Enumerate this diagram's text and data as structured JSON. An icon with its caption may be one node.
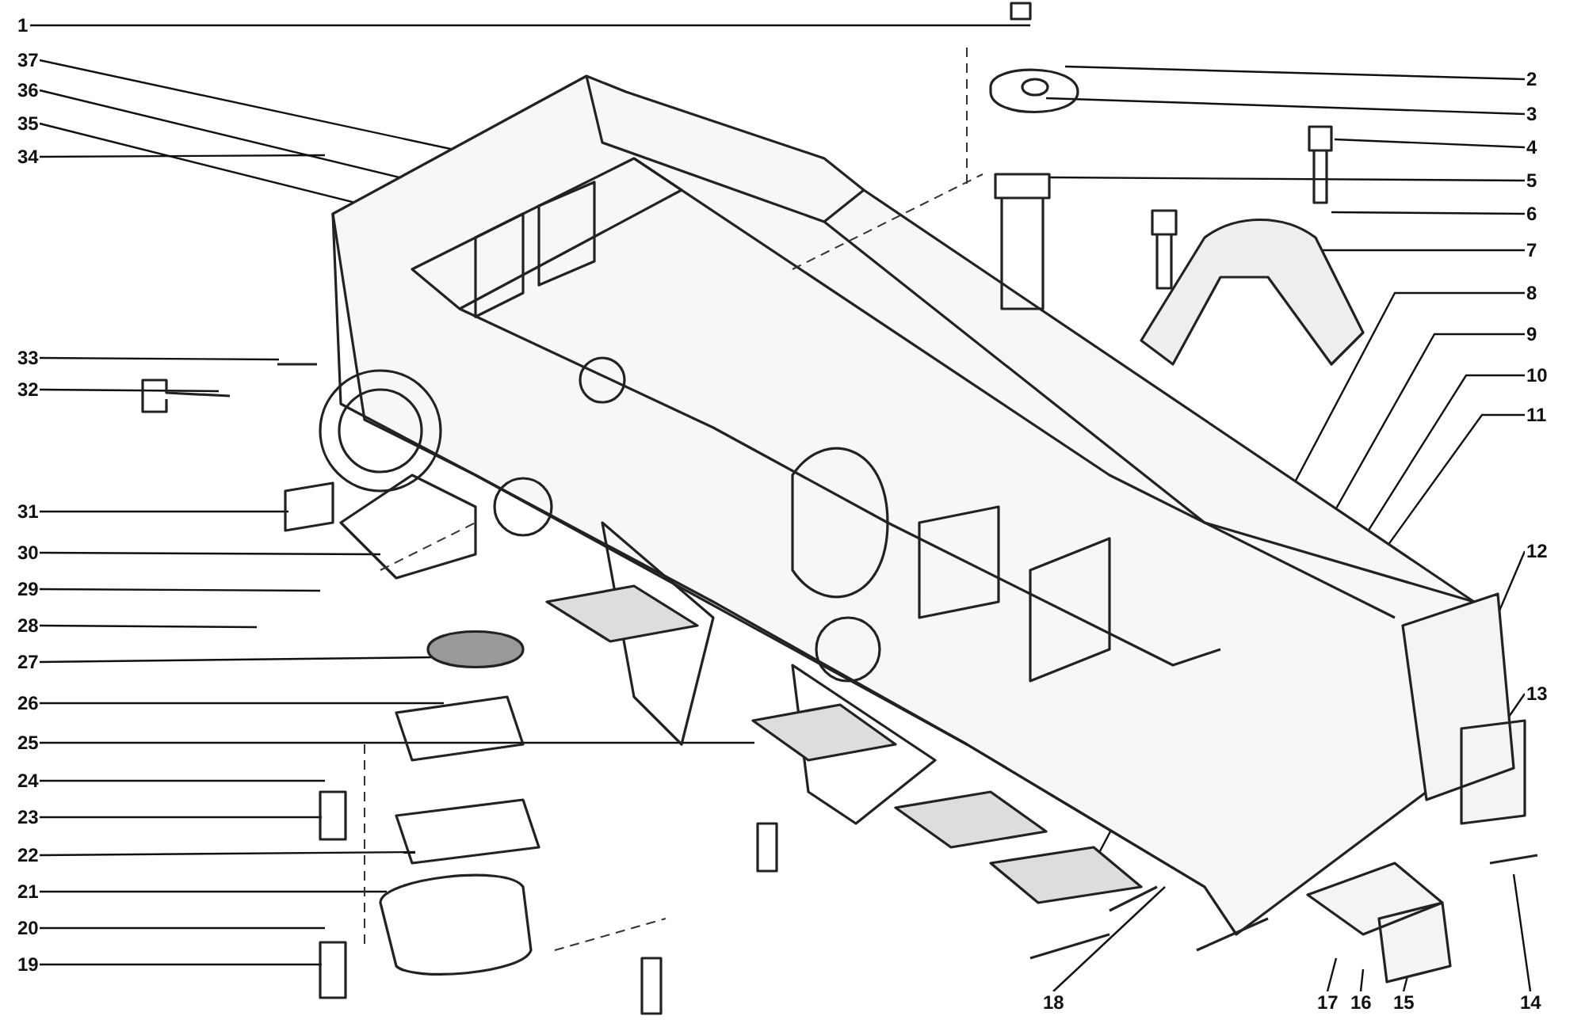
{
  "diagram": {
    "nodes": [
      {
        "text": [
          "1"
        ]
      },
      {
        "text": [
          "2"
        ]
      },
      {
        "text": [
          "3"
        ]
      },
      {
        "text": [
          "4"
        ]
      },
      {
        "text": [
          "5"
        ]
      },
      {
        "text": [
          "6"
        ]
      },
      {
        "text": [
          "7"
        ]
      },
      {
        "text": [
          "8"
        ]
      },
      {
        "text": [
          "9"
        ]
      },
      {
        "text": [
          "10"
        ]
      },
      {
        "text": [
          "11"
        ]
      },
      {
        "text": [
          "12"
        ]
      },
      {
        "text": [
          "13"
        ]
      },
      {
        "text": [
          "14"
        ]
      },
      {
        "text": [
          "15"
        ]
      },
      {
        "text": [
          "16"
        ]
      },
      {
        "text": [
          "17"
        ]
      },
      {
        "text": [
          "18"
        ]
      },
      {
        "text": [
          "19"
        ]
      },
      {
        "text": [
          "20"
        ]
      },
      {
        "text": [
          "21"
        ]
      },
      {
        "text": [
          "22"
        ]
      },
      {
        "text": [
          "23"
        ]
      },
      {
        "text": [
          "24"
        ]
      },
      {
        "text": [
          "25"
        ]
      },
      {
        "text": [
          "26"
        ]
      },
      {
        "text": [
          "27"
        ]
      },
      {
        "text": [
          "28"
        ]
      },
      {
        "text": [
          "29"
        ]
      },
      {
        "text": [
          "30"
        ]
      },
      {
        "text": [
          "31"
        ]
      },
      {
        "text": [
          "32"
        ]
      },
      {
        "text": [
          "33"
        ]
      },
      {
        "text": [
          "34"
        ]
      },
      {
        "text": [
          "35"
        ]
      },
      {
        "text": [
          "36"
        ]
      },
      {
        "text": [
          "37"
        ]
      }
    ],
    "edges": [
      {
        "from": 0,
        "to": null,
        "arrow": "none"
      },
      {
        "from": 1,
        "to": null,
        "arrow": "none"
      },
      {
        "from": 2,
        "to": null,
        "arrow": "none"
      },
      {
        "from": 3,
        "to": null,
        "arrow": "none"
      },
      {
        "from": 4,
        "to": null,
        "arrow": "none"
      },
      {
        "from": 5,
        "to": null,
        "arrow": "none"
      },
      {
        "from": 6,
        "to": null,
        "arrow": "none"
      },
      {
        "from": 7,
        "to": null,
        "arrow": "none"
      },
      {
        "from": 8,
        "to": null,
        "arrow": "none"
      },
      {
        "from": 9,
        "to": null,
        "arrow": "none"
      },
      {
        "from": 10,
        "to": null,
        "arrow": "none"
      },
      {
        "from": 11,
        "to": null,
        "arrow": "none"
      },
      {
        "from": 12,
        "to": null,
        "arrow": "none"
      },
      {
        "from": 13,
        "to": null,
        "arrow": "none"
      },
      {
        "from": 14,
        "to": null,
        "arrow": "none"
      },
      {
        "from": 15,
        "to": null,
        "arrow": "none"
      },
      {
        "from": 16,
        "to": null,
        "arrow": "none"
      },
      {
        "from": 17,
        "to": null,
        "arrow": "none"
      },
      {
        "from": 18,
        "to": null,
        "arrow": "none"
      },
      {
        "from": 19,
        "to": null,
        "arrow": "none"
      },
      {
        "from": 20,
        "to": null,
        "arrow": "none"
      },
      {
        "from": 21,
        "to": null,
        "arrow": "none"
      },
      {
        "from": 22,
        "to": null,
        "arrow": "none"
      },
      {
        "from": 23,
        "to": null,
        "arrow": "none"
      },
      {
        "from": 24,
        "to": null,
        "arrow": "none"
      },
      {
        "from": 25,
        "to": null,
        "arrow": "none"
      },
      {
        "from": 26,
        "to": null,
        "arrow": "none"
      },
      {
        "from": 27,
        "to": null,
        "arrow": "none"
      },
      {
        "from": 28,
        "to": null,
        "arrow": "none"
      },
      {
        "from": 29,
        "to": null,
        "arrow": "none"
      },
      {
        "from": 30,
        "to": null,
        "arrow": "none"
      },
      {
        "from": 31,
        "to": null,
        "arrow": "none"
      },
      {
        "from": 32,
        "to": null,
        "arrow": "none"
      },
      {
        "from": 33,
        "to": null,
        "arrow": "none"
      },
      {
        "from": 34,
        "to": null,
        "arrow": "none"
      },
      {
        "from": 35,
        "to": null,
        "arrow": "none"
      },
      {
        "from": 36,
        "to": null,
        "arrow": "none"
      }
    ]
  }
}
